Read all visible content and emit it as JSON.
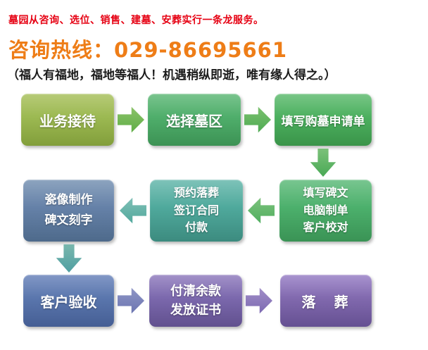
{
  "colors": {
    "tagline_red": "#e60012",
    "hotline_orange": "#ee7d17",
    "step1_yellow_green": "#9cb952",
    "step2_green": "#4fae6b",
    "step3_green": "#4cb05f",
    "step4_green": "#4cb06c",
    "step5_teal": "#4fa99c",
    "step6_slate_blue": "#6581a8",
    "step7_blue": "#5a76ad",
    "step8_purple": "#7b68ad",
    "step9_purple": "#8169ae"
  },
  "header": {
    "tagline": "墓园从咨询、选位、销售、建墓、安葬实行一条龙服务。",
    "hotline_label": "咨询热线：",
    "hotline_number": "029-86695661",
    "slogan": "（福人有福地，福地等福人！机遇稍纵即逝，唯有缘人得之。）"
  },
  "flow": {
    "step1": {
      "label": "业务接待"
    },
    "step2": {
      "label": "选择墓区"
    },
    "step3": {
      "label": "填写购墓申请单"
    },
    "step4": {
      "line1": "填写碑文",
      "line2": "电脑制单",
      "line3": "客户校对"
    },
    "step5": {
      "line1": "预约落葬",
      "line2": "签订合同",
      "line3": "付款"
    },
    "step6": {
      "line1": "瓷像制作",
      "line2": "碑文刻字"
    },
    "step7": {
      "label": "客户验收"
    },
    "step8": {
      "line1": "付清余款",
      "line2": "发放证书"
    },
    "step9": {
      "label": "落　葬"
    }
  }
}
